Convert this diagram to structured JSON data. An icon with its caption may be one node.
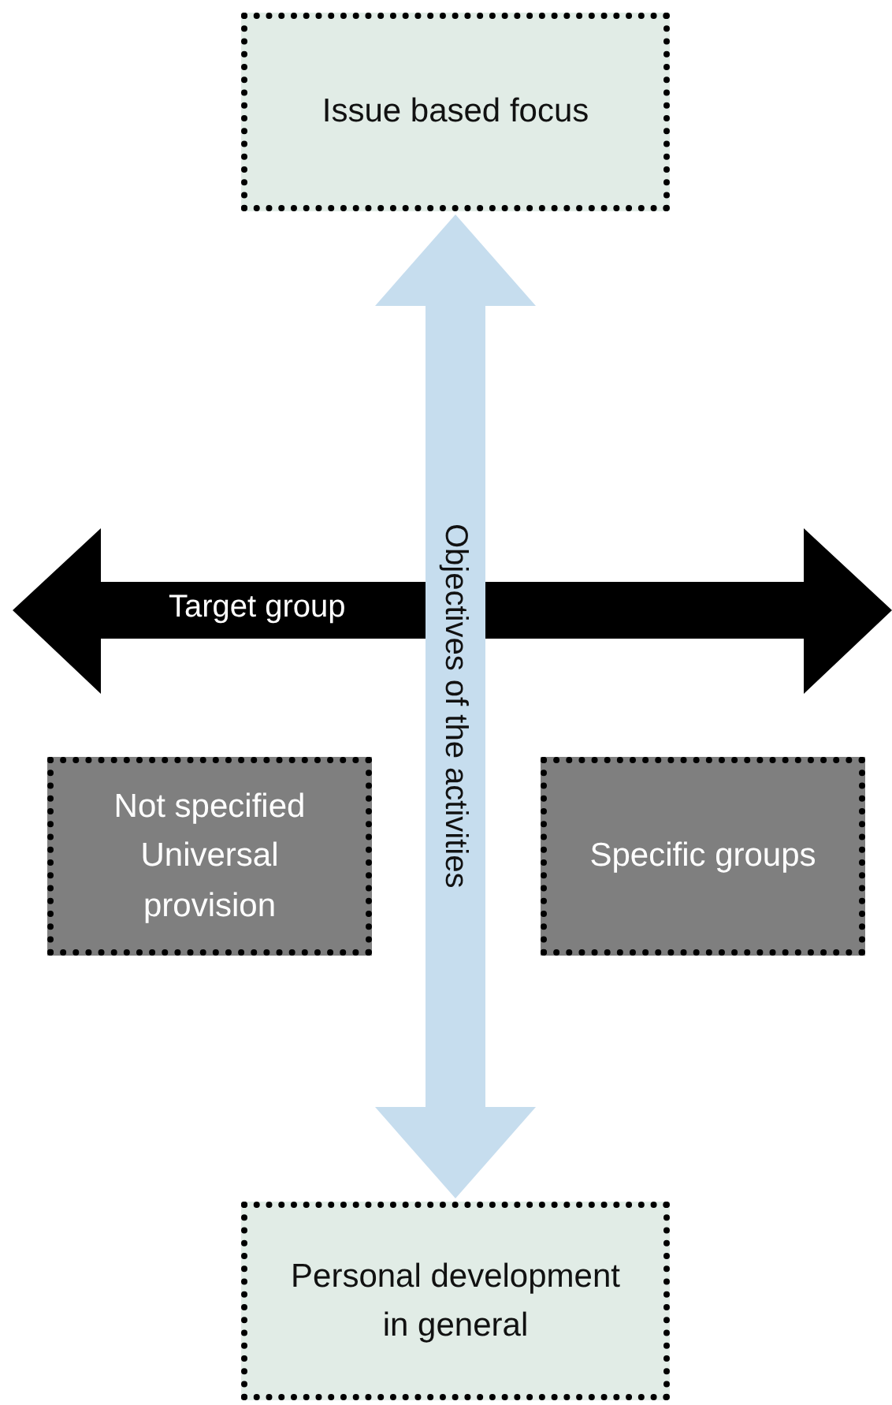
{
  "diagram": {
    "nodes": [
      {
        "text": [
          "Issue based focus"
        ]
      },
      {
        "text": [
          "Not specified Universal provision"
        ]
      },
      {
        "text": [
          "Specific groups"
        ]
      },
      {
        "text": [
          "Personal development in general"
        ]
      }
    ],
    "edges": [
      {
        "from": 0,
        "to": 3,
        "arrow": "both",
        "label": "Objectives of the activities"
      }
    ],
    "labels": [
      "Target group"
    ]
  }
}
